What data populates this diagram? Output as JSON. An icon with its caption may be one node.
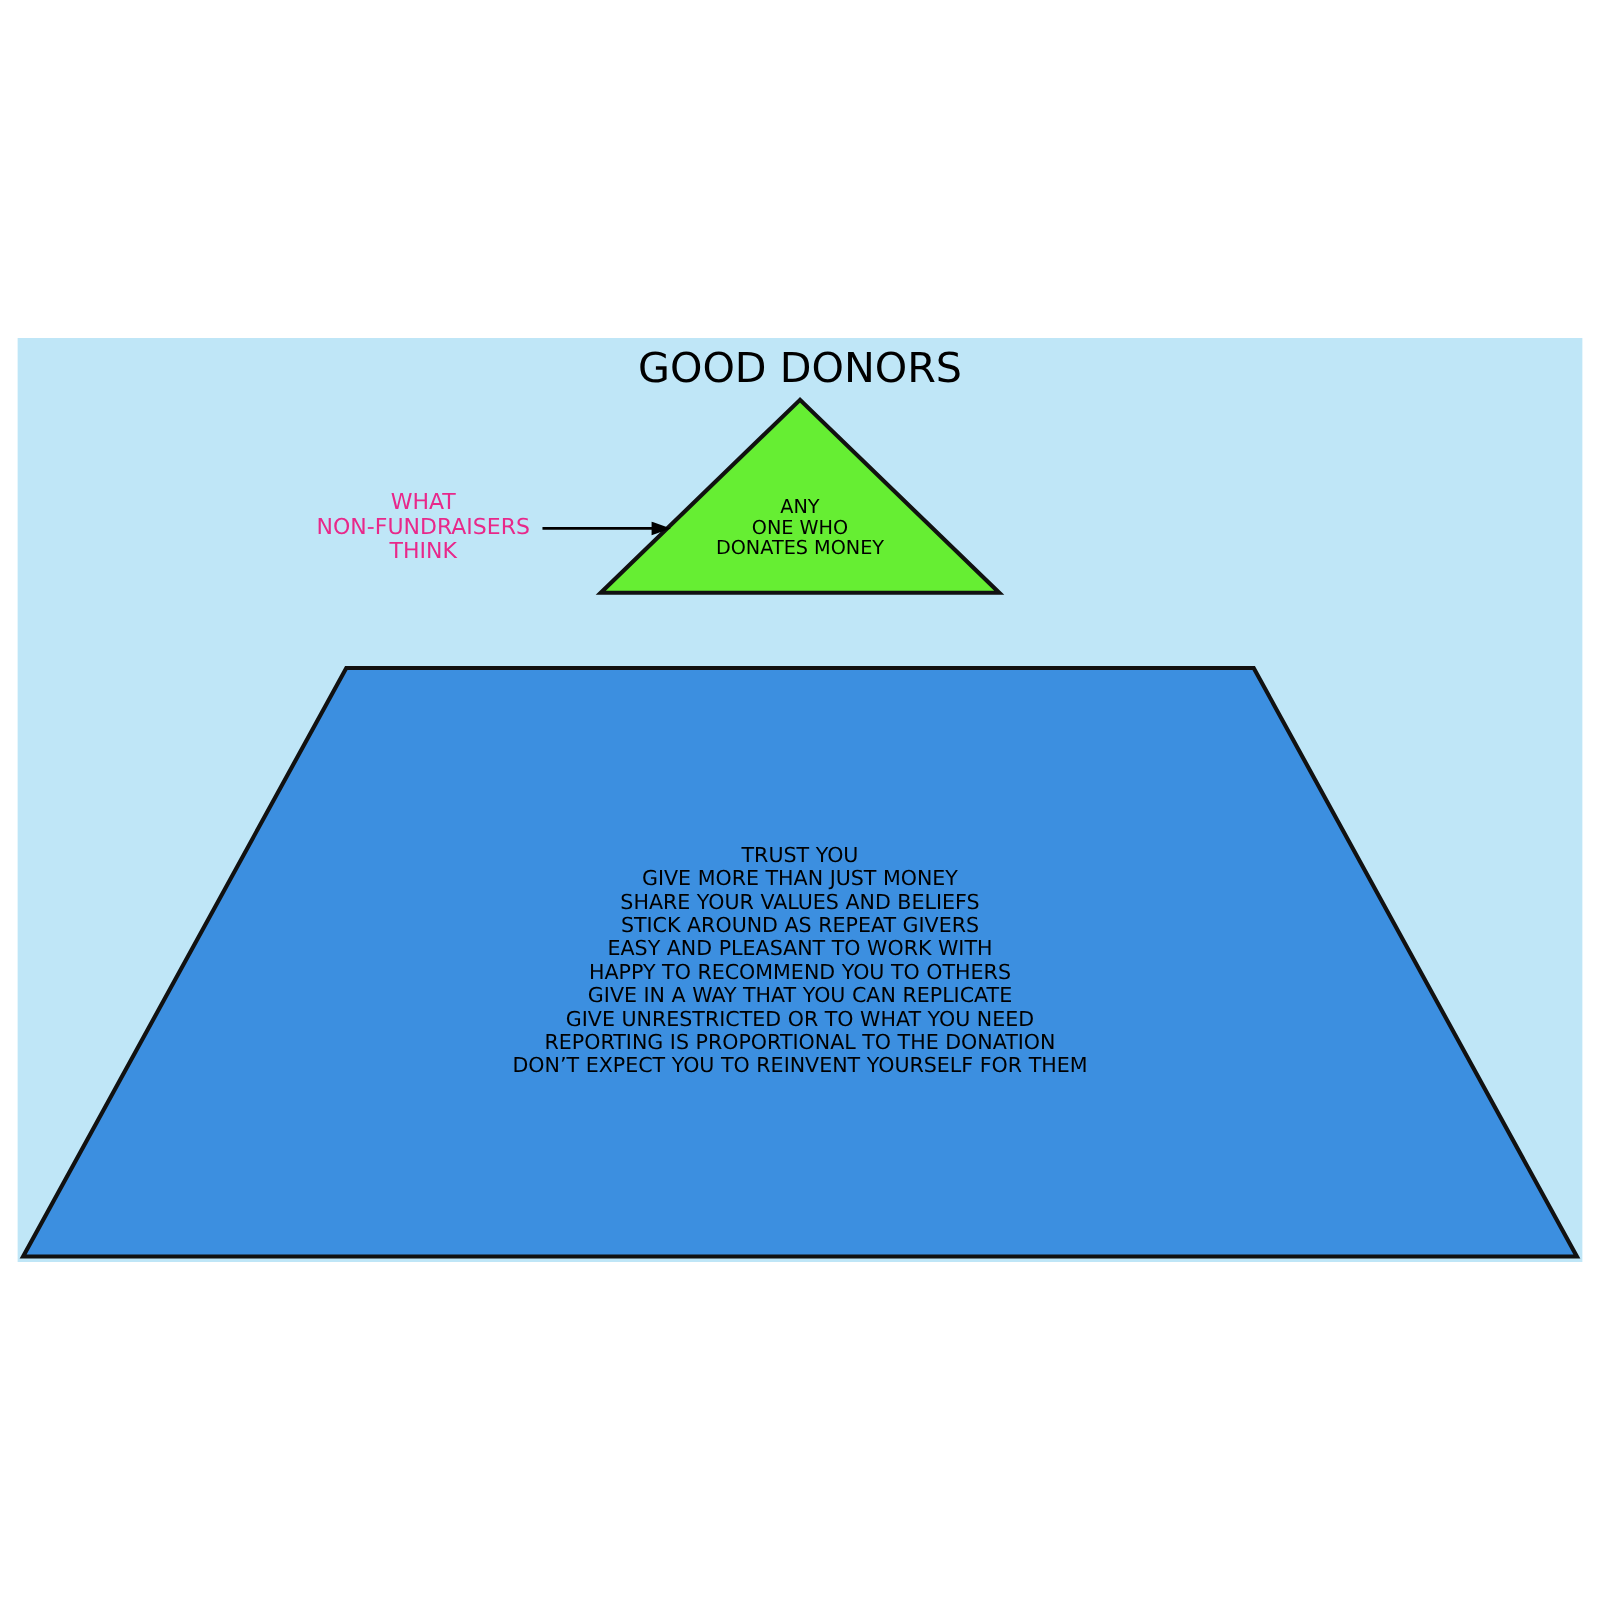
{
  "diagram": {
    "title": "GOOD DONORS",
    "nodes": [
      {
        "text": [
          "ANY ONE WHO DONATES MONEY"
        ]
      },
      {
        "text": [
          "TRUST YOU",
          "GIVE MORE THAN JUST MONEY",
          "SHARE YOUR VALUES AND BELIEFS",
          "STICK AROUND AS REPEAT GIVERS",
          "EASY AND PLEASANT TO WORK WITH",
          "HAPPY TO RECOMMEND YOU TO OTHERS",
          "GIVE IN A WAY THAT YOU CAN REPLICATE",
          "GIVE UNRESTRICTED OR TO WHAT YOU NEED",
          "REPORTING IS PROPORTIONAL TO THE DONATION",
          "DON’T EXPECT YOU TO REINVENT YOURSELF FOR THEM"
        ]
      },
      {
        "text": [
          "WHAT NON-FUNDRAISERS THINK"
        ]
      }
    ],
    "edges": [
      {
        "from": 2,
        "to": 0,
        "arrow": "to"
      }
    ]
  }
}
